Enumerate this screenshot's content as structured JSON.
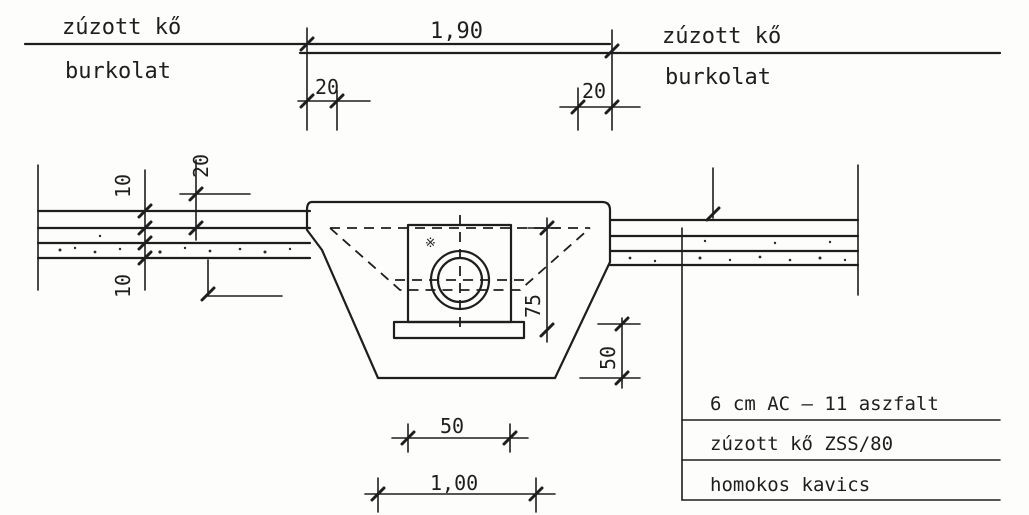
{
  "labels": {
    "left_top": "zúzott kő",
    "left_bottom": "burkolat",
    "right_top": "zúzott kő",
    "right_bottom": "burkolat",
    "top_width": "1,90",
    "left_offset": "20",
    "right_offset": "20"
  },
  "section_dims": {
    "upper_layer": "10",
    "lower_layer": "10",
    "depth_left": "20",
    "pipe_height": "75",
    "base_height": "50",
    "inner_width": "50",
    "bottom_width": "1,00"
  },
  "legend": {
    "layer_1": "6 cm AC – 11 aszfalt",
    "layer_2": "zúzott kő ZSS/80",
    "layer_3": "homokos kavics"
  },
  "colors": {
    "ink": "#1e1e1e",
    "paper": "#fdfdfb"
  }
}
